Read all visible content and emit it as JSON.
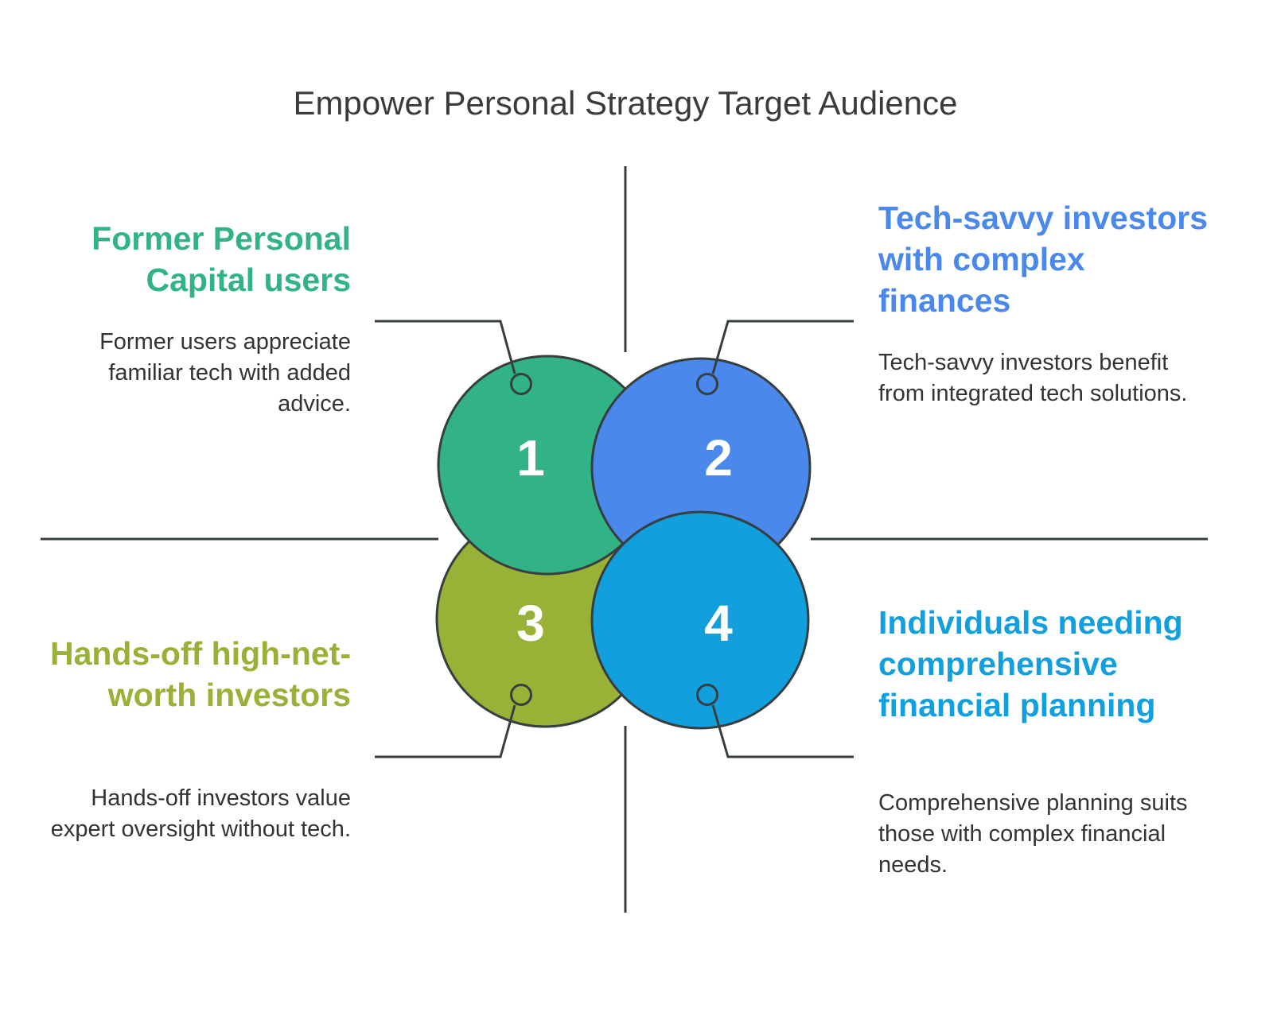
{
  "title": "Empower Personal Strategy Target Audience",
  "colors": {
    "green": "#32b385",
    "blue": "#4a88ec",
    "olive": "#99b137",
    "cyan": "#119fde",
    "outline": "#363e40"
  },
  "segments": [
    {
      "number": "1",
      "heading": "Former Personal Capital users",
      "description": "Former users appreciate familiar tech with added advice.",
      "color": "#32b385"
    },
    {
      "number": "2",
      "heading": "Tech-savvy investors with complex finances",
      "description": "Tech-savvy investors benefit from integrated tech solutions.",
      "color": "#4a88ec"
    },
    {
      "number": "3",
      "heading": "Hands-off high-net-worth investors",
      "description": "Hands-off investors value expert oversight without tech.",
      "color": "#99b137"
    },
    {
      "number": "4",
      "heading": "Individuals needing comprehensive financial planning",
      "description": "Comprehensive planning suits those with complex financial needs.",
      "color": "#119fde"
    }
  ]
}
